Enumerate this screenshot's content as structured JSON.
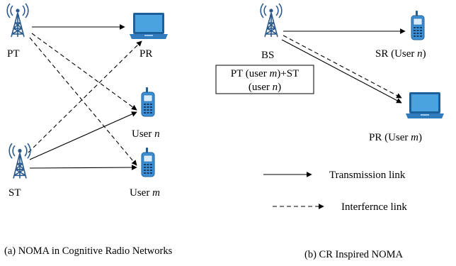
{
  "panel_a": {
    "caption": "(a) NOMA in Cognitive Radio Networks",
    "nodes": {
      "pt": "PT",
      "st": "ST",
      "pr": "PR",
      "user_n_prefix": "User ",
      "user_n_var": "n",
      "user_m_prefix": "User ",
      "user_m_var": "m"
    }
  },
  "panel_b": {
    "caption": "(b) CR Inspired NOMA",
    "nodes": {
      "bs": "BS",
      "sr_prefix": "SR (User ",
      "sr_var": "n",
      "sr_suffix": ")",
      "pr_prefix": "PR (User ",
      "pr_var": "m",
      "pr_suffix": ")"
    },
    "box": {
      "l1_a": "PT (user ",
      "l1_var": "m",
      "l1_b": ")+ST",
      "l2_a": "(user ",
      "l2_var": "n",
      "l2_b": ")"
    },
    "legend": {
      "transmission": "Transmission link",
      "interference": "Interfernce link"
    }
  },
  "colors": {
    "tower": "#2a5a8c",
    "device_blue": "#3d8fd6",
    "laptop_screen": "#4aa3df",
    "line": "#000000"
  },
  "icons": [
    "tower-icon",
    "laptop-icon",
    "phone-icon"
  ]
}
